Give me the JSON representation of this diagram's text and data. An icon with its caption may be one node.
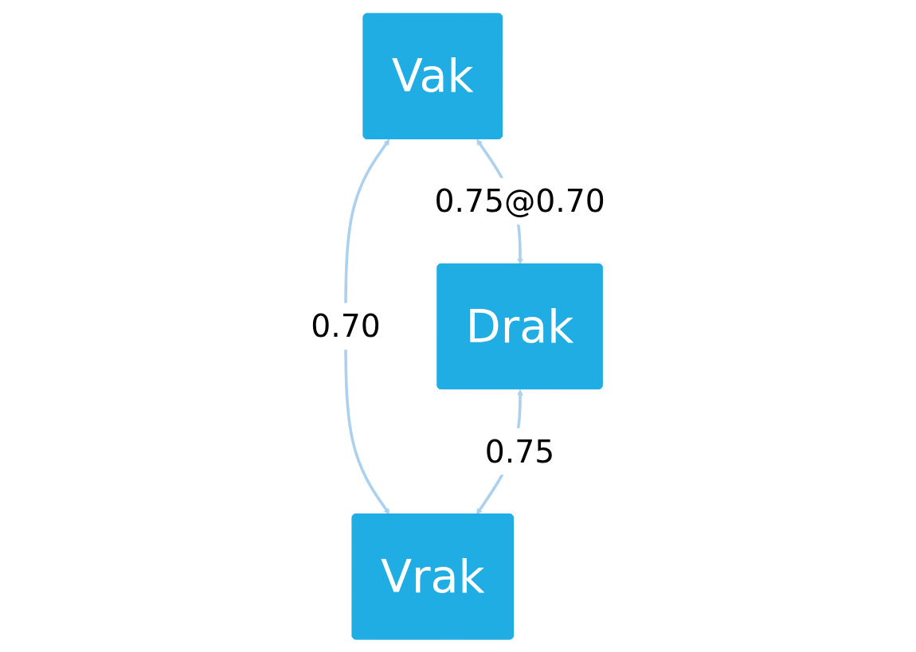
{
  "diagram": {
    "nodes": [
      {
        "text": [
          "Vak"
        ]
      },
      {
        "text": [
          "Drak"
        ]
      },
      {
        "text": [
          "Vrak"
        ]
      }
    ],
    "edges": [
      {
        "from": 0,
        "to": 1,
        "arrow": "both",
        "label": "0.75@0.70"
      },
      {
        "from": 0,
        "to": 2,
        "arrow": "both",
        "label": "0.70"
      },
      {
        "from": 1,
        "to": 2,
        "arrow": "both",
        "label": "0.75"
      }
    ]
  }
}
